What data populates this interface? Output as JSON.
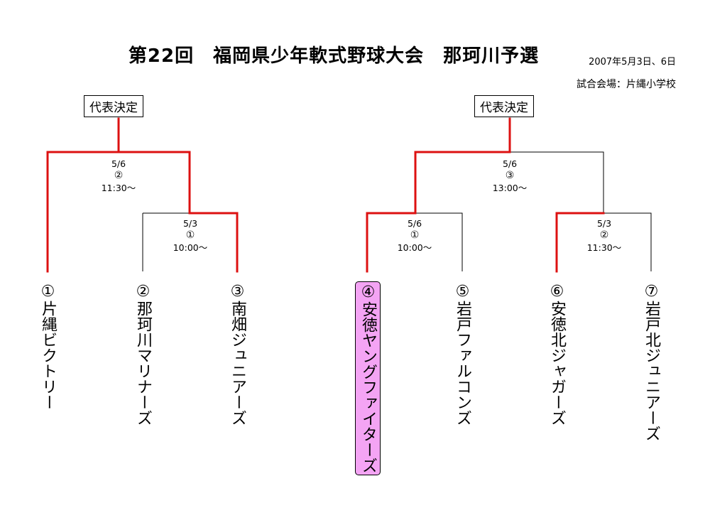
{
  "header": {
    "title": "第22回　福岡県少年軟式野球大会　那珂川予選",
    "date": "2007年5月3日、6日",
    "venue": "試合会場：片縄小学校"
  },
  "brackets": {
    "left": {
      "final_label": "代表決定",
      "final_match": {
        "date": "5/6",
        "game": "②",
        "time": "11:30～"
      },
      "semi_match": {
        "date": "5/3",
        "game": "①",
        "time": "10:00～"
      }
    },
    "right": {
      "final_label": "代表決定",
      "final_match": {
        "date": "5/6",
        "game": "③",
        "time": "13:00～"
      },
      "semi_left_match": {
        "date": "5/6",
        "game": "①",
        "time": "10:00～"
      },
      "semi_right_match": {
        "date": "5/3",
        "game": "②",
        "time": "11:30～"
      }
    }
  },
  "teams": [
    {
      "seed": "①",
      "name": "片縄ビクトリー"
    },
    {
      "seed": "②",
      "name": "那珂川マリナーズ"
    },
    {
      "seed": "③",
      "name": "南畑ジュニアーズ"
    },
    {
      "seed": "④",
      "name": "安徳ヤングファイターズ"
    },
    {
      "seed": "⑤",
      "name": "岩戸ファルコンズ"
    },
    {
      "seed": "⑥",
      "name": "安徳北ジャガーズ"
    },
    {
      "seed": "⑦",
      "name": "岩戸北ジュニアーズ"
    }
  ],
  "colors": {
    "winner_line": "#dd1111",
    "normal_line": "#000000",
    "highlight_fill": "#f4a4f4"
  }
}
